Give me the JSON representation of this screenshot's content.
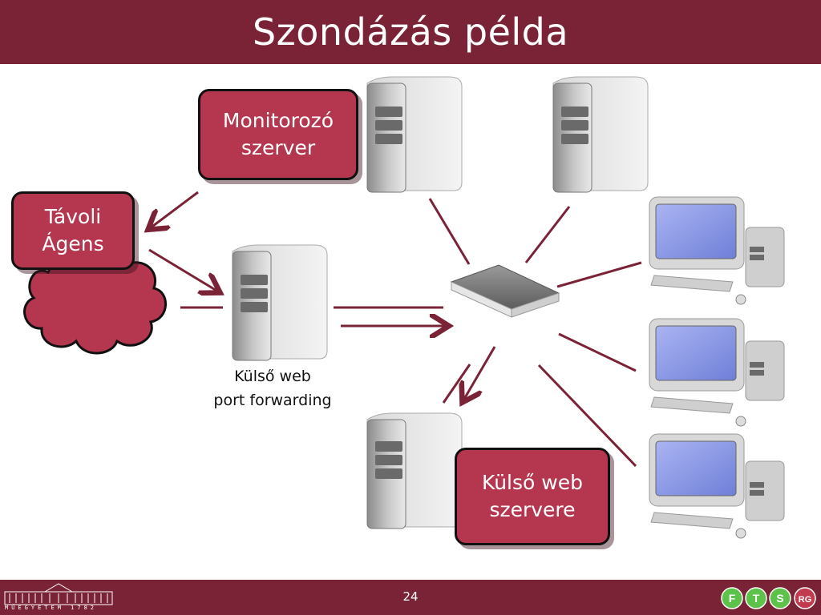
{
  "slide": {
    "title": "Szondázás példa",
    "page_number": "24",
    "footer_logo_text": "MŰEGYETEM 1782",
    "fts_letters": [
      "F",
      "T",
      "S",
      "RG"
    ]
  },
  "labels": {
    "monitoring_server": [
      "Monitorozó",
      "szerver"
    ],
    "remote_agent": [
      "Távoli",
      "Ágens"
    ],
    "external_web_server": [
      "Külső web",
      "szervere"
    ],
    "port_forwarding": [
      "Külső web",
      "port forwarding"
    ]
  },
  "colors": {
    "accent": "#7a2337",
    "box_fill": "#b5364f",
    "line": "#7a2337",
    "screen": "#8f9de6"
  }
}
